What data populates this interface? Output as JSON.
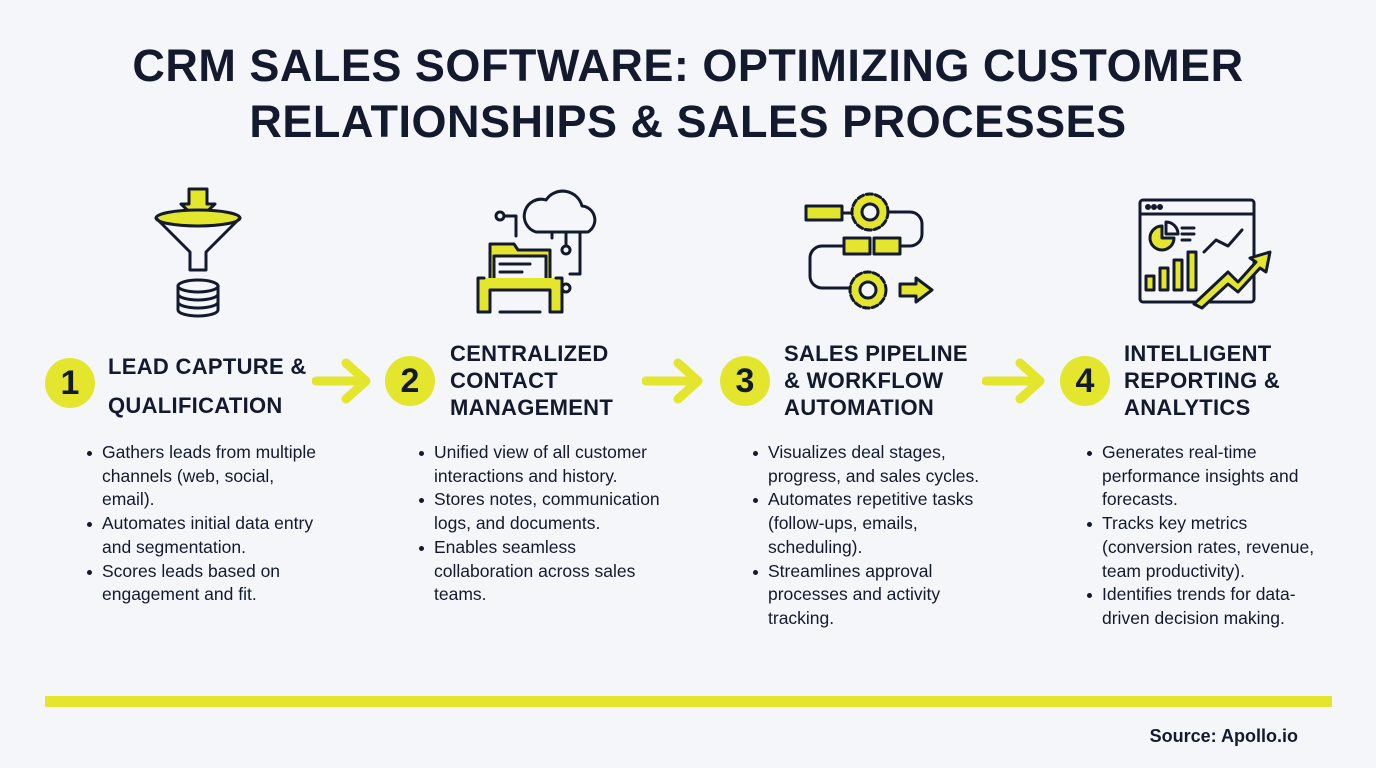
{
  "title": {
    "line1": "CRM SALES SOFTWARE: OPTIMIZING CUSTOMER",
    "line2": "RELATIONSHIPS & SALES PROCESSES"
  },
  "colors": {
    "accent": "#e3e62c",
    "ink": "#141a2e",
    "background": "#f4f6f9"
  },
  "steps": [
    {
      "number": "1",
      "title_lines": [
        "LEAD CAPTURE &",
        "QUALIFICATION"
      ],
      "icon": "funnel-database-icon",
      "bullets": [
        "Gathers leads from multiple channels (web, social, email).",
        "Automates initial data entry and segmentation.",
        "Scores leads based on engagement and fit."
      ]
    },
    {
      "number": "2",
      "title_lines": [
        "CENTRALIZED",
        "CONTACT",
        "MANAGEMENT"
      ],
      "icon": "cloud-rolodex-icon",
      "bullets": [
        "Unified view of all customer interactions and history.",
        "Stores notes, communication logs, and documents.",
        "Enables seamless collaboration across sales teams."
      ]
    },
    {
      "number": "3",
      "title_lines": [
        "SALES PIPELINE",
        "& WORKFLOW",
        "AUTOMATION"
      ],
      "icon": "gears-workflow-icon",
      "bullets": [
        "Visualizes deal stages, progress, and sales cycles.",
        "Automates repetitive tasks (follow-ups, emails, scheduling).",
        "Streamlines approval processes and activity tracking."
      ]
    },
    {
      "number": "4",
      "title_lines": [
        "INTELLIGENT",
        "REPORTING &",
        "ANALYTICS"
      ],
      "icon": "analytics-dashboard-icon",
      "bullets": [
        "Generates real-time performance insights and forecasts.",
        "Tracks key metrics (conversion rates, revenue, team productivity).",
        "Identifies trends for data-driven decision making."
      ]
    }
  ],
  "source": "Source: Apollo.io"
}
